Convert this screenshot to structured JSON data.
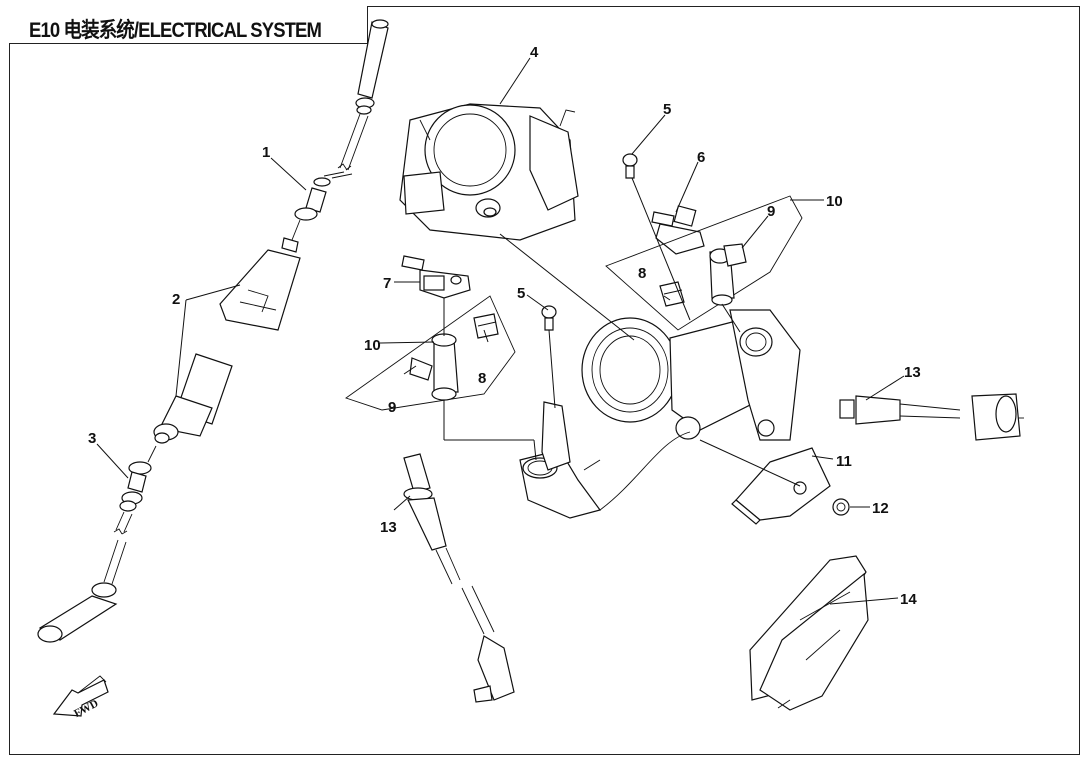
{
  "document": {
    "title": "E10 电装系统/ELECTRICAL SYSTEM",
    "section_code": "E10",
    "section_name_cn": "电装系统",
    "section_name_en": "ELECTRICAL SYSTEM"
  },
  "callouts": [
    {
      "id": "1",
      "label": "1"
    },
    {
      "id": "2",
      "label": "2"
    },
    {
      "id": "3",
      "label": "3"
    },
    {
      "id": "4",
      "label": "4"
    },
    {
      "id": "5a",
      "label": "5"
    },
    {
      "id": "5b",
      "label": "5"
    },
    {
      "id": "6",
      "label": "6"
    },
    {
      "id": "7",
      "label": "7"
    },
    {
      "id": "8a",
      "label": "8"
    },
    {
      "id": "8b",
      "label": "8"
    },
    {
      "id": "9a",
      "label": "9"
    },
    {
      "id": "9b",
      "label": "9"
    },
    {
      "id": "10a",
      "label": "10"
    },
    {
      "id": "10b",
      "label": "10"
    },
    {
      "id": "11",
      "label": "11"
    },
    {
      "id": "12",
      "label": "12"
    },
    {
      "id": "13a",
      "label": "13"
    },
    {
      "id": "13b",
      "label": "13"
    },
    {
      "id": "14",
      "label": "14"
    }
  ],
  "direction_indicator": {
    "label": "FWD",
    "icon": "arrow-forward-icon"
  }
}
